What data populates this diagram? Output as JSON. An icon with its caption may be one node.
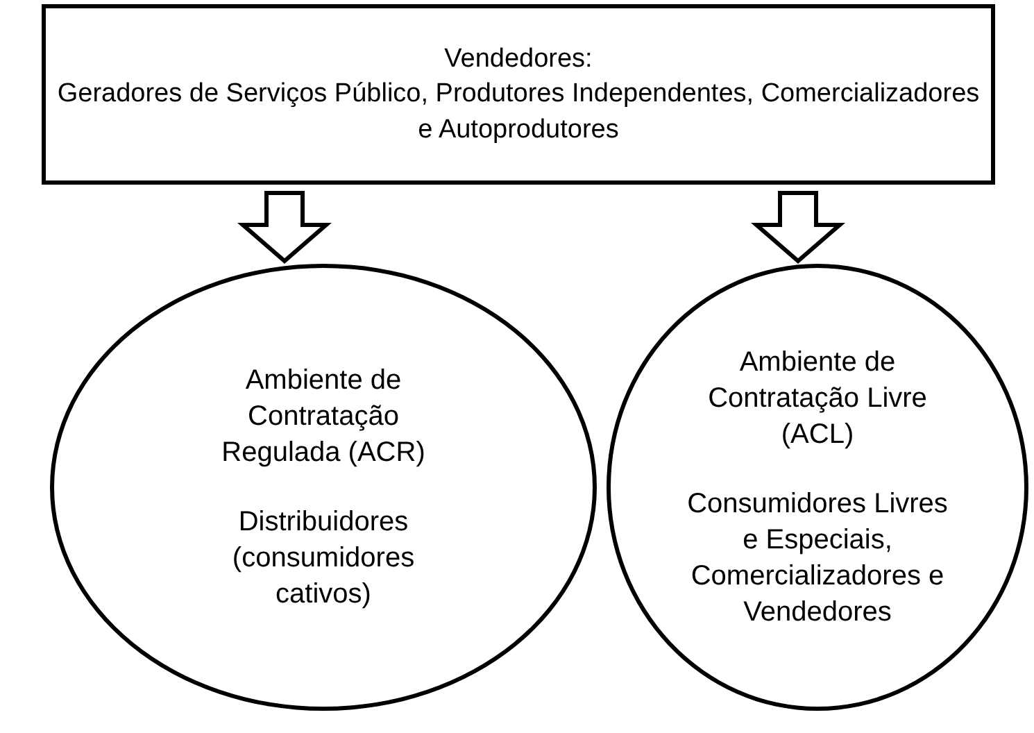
{
  "diagram": {
    "nodes": [
      {
        "text": [
          "Vendedores:",
          "Geradores de Serviços Público, Produtores Independentes, Comercializadores e Autoprodutores"
        ]
      },
      {
        "text": [
          "Ambiente de Contratação Regulada (ACR)",
          "Distribuidores (consumidores cativos)"
        ]
      },
      {
        "text": [
          "Ambiente de Contratação Livre (ACL)",
          "Consumidores Livres e Especiais, Comercializadores e Vendedores"
        ]
      }
    ],
    "edges": [
      {
        "from": 0,
        "to": 1,
        "arrow": "to"
      },
      {
        "from": 0,
        "to": 2,
        "arrow": "to"
      }
    ]
  }
}
